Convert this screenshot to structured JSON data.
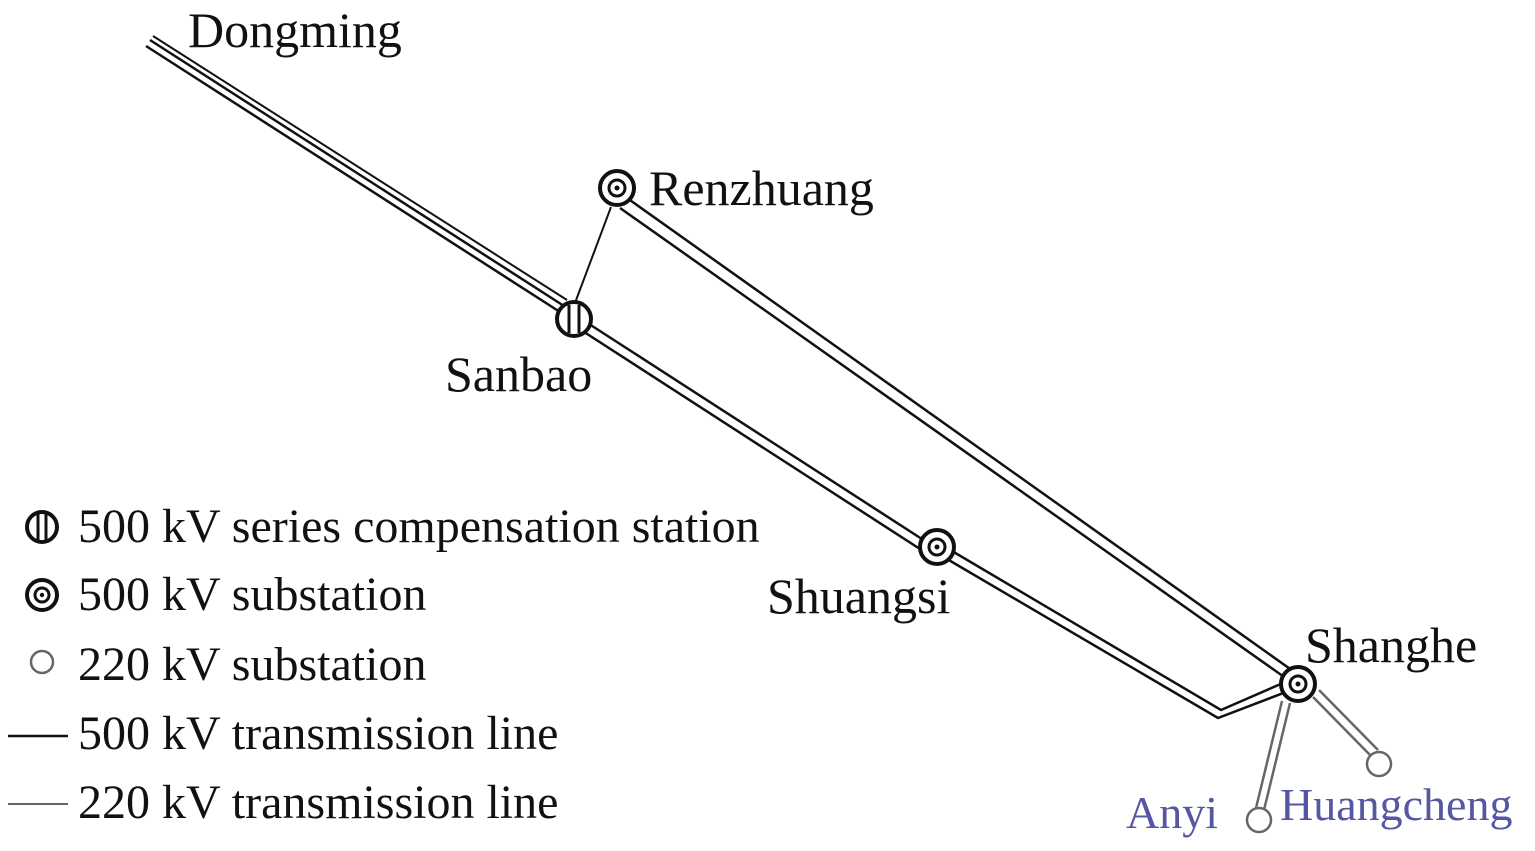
{
  "stations": {
    "dongming": "Dongming",
    "renzhuang": "Renzhuang",
    "sanbao": "Sanbao",
    "shuangsi": "Shuangsi",
    "shanghe": "Shanghe",
    "anyi": "Anyi",
    "huangcheng": "Huangcheng"
  },
  "legend": {
    "series_comp": "500 kV series compensation station",
    "substation_500": "500 kV substation",
    "substation_220": "220 kV substation",
    "line_500": "500 kV transmission line",
    "line_220": "220 kV transmission line"
  },
  "colors": {
    "ink": "#111111",
    "line_220": "#666666",
    "label_220": "#5557a3"
  }
}
